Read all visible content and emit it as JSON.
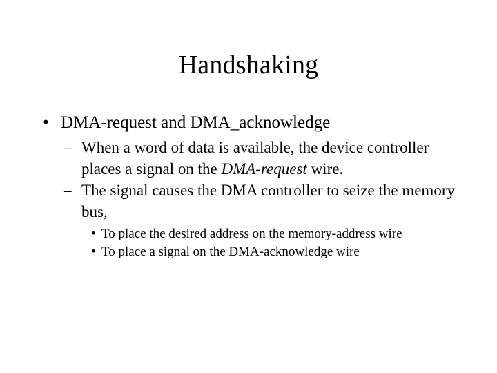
{
  "slide": {
    "title": "Handshaking",
    "background_color": "#ffffff",
    "text_color": "#000000",
    "bullets": {
      "level1_marker": "•",
      "level2_marker": "–",
      "level3_marker": "•"
    },
    "level1": [
      {
        "text": "DMA-request and DMA_acknowledge"
      }
    ],
    "level2": [
      {
        "text_before_italic": "When a word of data is available, the device controller places a signal on the ",
        "italic_text": "DMA-request",
        "text_after_italic": " wire."
      },
      {
        "text_before_italic": "The signal causes the DMA controller to seize the memory bus,",
        "italic_text": "",
        "text_after_italic": ""
      }
    ],
    "level3": [
      {
        "text": "To place the desired address on the memory-address wire"
      },
      {
        "text": "To place a signal on the DMA-acknowledge wire"
      }
    ]
  }
}
